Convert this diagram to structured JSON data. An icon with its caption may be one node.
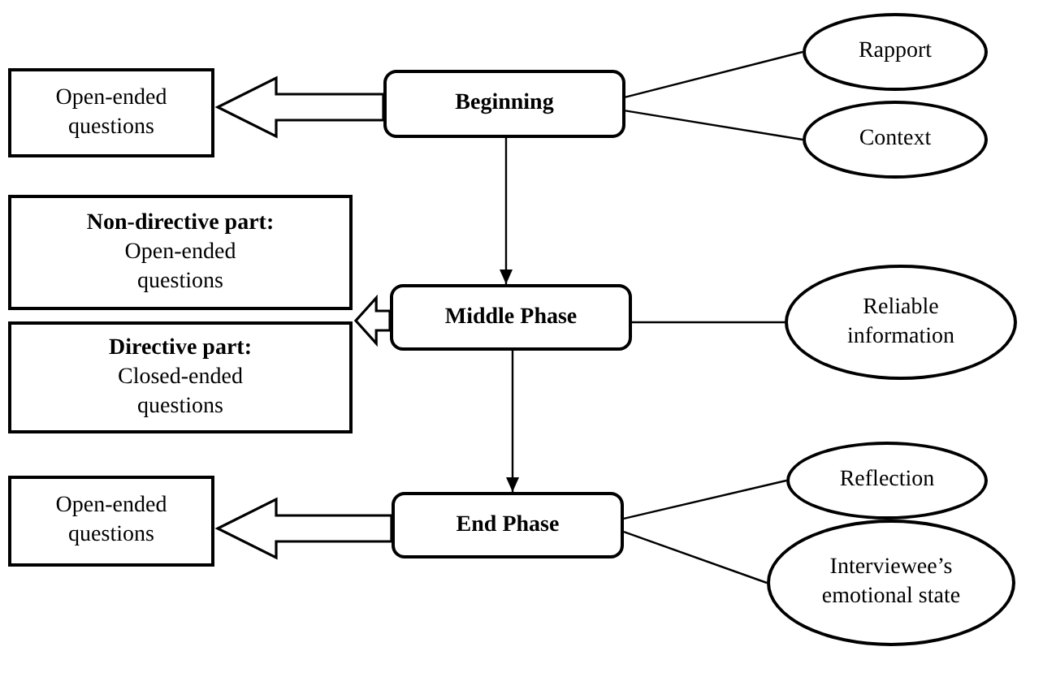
{
  "diagram": {
    "nodes": [
      {
        "text": [
          "Open-ended questions"
        ]
      },
      {
        "text": [
          "Beginning"
        ]
      },
      {
        "text": [
          "Rapport"
        ]
      },
      {
        "text": [
          "Context"
        ]
      },
      {
        "text": [
          "Non-directive part:",
          "Open-ended questions"
        ]
      },
      {
        "text": [
          "Directive part:",
          "Closed-ended questions"
        ]
      },
      {
        "text": [
          "Middle Phase"
        ]
      },
      {
        "text": [
          "Reliable information"
        ]
      },
      {
        "text": [
          "Open-ended questions"
        ]
      },
      {
        "text": [
          "End Phase"
        ]
      },
      {
        "text": [
          "Reflection"
        ]
      },
      {
        "text": [
          "Interviewee’s emotional state"
        ]
      }
    ],
    "edges": [
      {
        "from": 1,
        "to": 0,
        "arrow": "to",
        "style": "thick"
      },
      {
        "from": 1,
        "to": 2,
        "arrow": "none"
      },
      {
        "from": 1,
        "to": 3,
        "arrow": "none"
      },
      {
        "from": 1,
        "to": 6,
        "arrow": "to"
      },
      {
        "from": 6,
        "to": 4,
        "arrow": "to",
        "style": "thick"
      },
      {
        "from": 6,
        "to": 5,
        "arrow": "to",
        "style": "thick"
      },
      {
        "from": 6,
        "to": 7,
        "arrow": "none"
      },
      {
        "from": 6,
        "to": 9,
        "arrow": "to"
      },
      {
        "from": 9,
        "to": 8,
        "arrow": "to",
        "style": "thick"
      },
      {
        "from": 9,
        "to": 10,
        "arrow": "none"
      },
      {
        "from": 9,
        "to": 11,
        "arrow": "none"
      }
    ]
  }
}
